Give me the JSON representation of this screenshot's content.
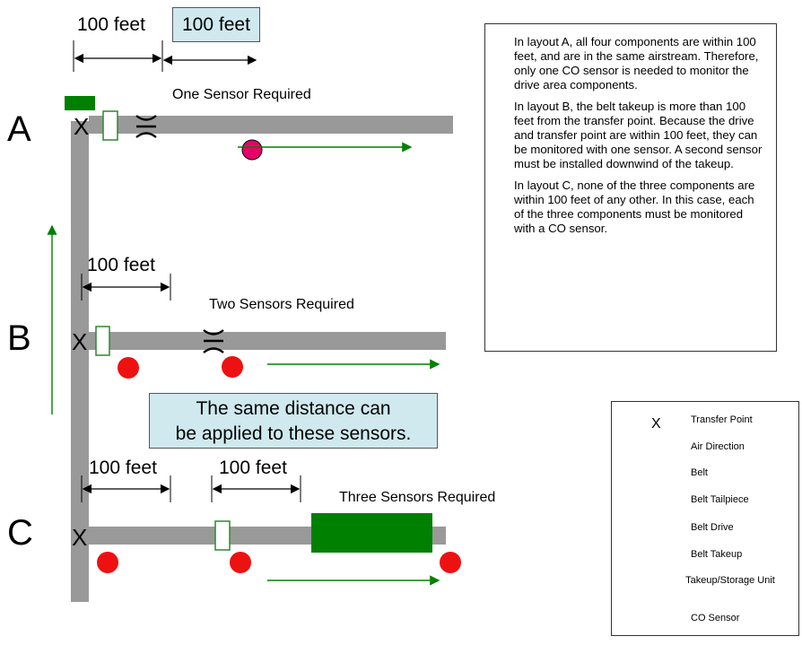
{
  "dimensions": {
    "top_left": "100 feet",
    "top_boxed": "100 feet",
    "layout_b": "100 feet",
    "layout_c_left": "100 feet",
    "layout_c_right": "100 feet"
  },
  "layouts": [
    {
      "letter": "A",
      "title": "One Sensor Required"
    },
    {
      "letter": "B",
      "title": "Two Sensors Required"
    },
    {
      "letter": "C",
      "title": "Three Sensors Required"
    }
  ],
  "transfer_symbol": "X",
  "note_box": {
    "line1": "The same distance can",
    "line2": "be applied to these sensors."
  },
  "explanation": [
    "In layout A, all four components are within 100 feet, and are in the same airstream.  Therefore, only one CO sensor is needed to monitor the drive area components.",
    "In layout B, the belt takeup is more than 100 feet from the transfer point.  Because the drive and transfer point are within 100 feet, they can be monitored with one sensor.  A second sensor must be installed downwind of the takeup.",
    "In layout C, none of the three components are within 100 feet of any other.  In this case, each of the three components must be monitored with a CO sensor."
  ],
  "legend": {
    "items": [
      {
        "label": "Transfer Point",
        "icon": "transfer-point-x"
      },
      {
        "label": "Air Direction",
        "icon": "green-arrow"
      },
      {
        "label": "Belt",
        "icon": "gray-bar"
      },
      {
        "label": "Belt Tailpiece",
        "icon": "green-block"
      },
      {
        "label": "Belt Drive",
        "icon": "hollow-green-rect"
      },
      {
        "label": "Belt Takeup",
        "icon": "takeup-symbol"
      },
      {
        "label": "Takeup/Storage Unit",
        "icon": "large-green-bar"
      },
      {
        "label": "CO Sensor",
        "icon": "red-circle"
      }
    ]
  },
  "colors": {
    "belt": "#999999",
    "green": "#008000",
    "sensor_red": "#ee1111",
    "sensor_pink": "#e8006a",
    "note_fill": "#cfe9ef"
  }
}
